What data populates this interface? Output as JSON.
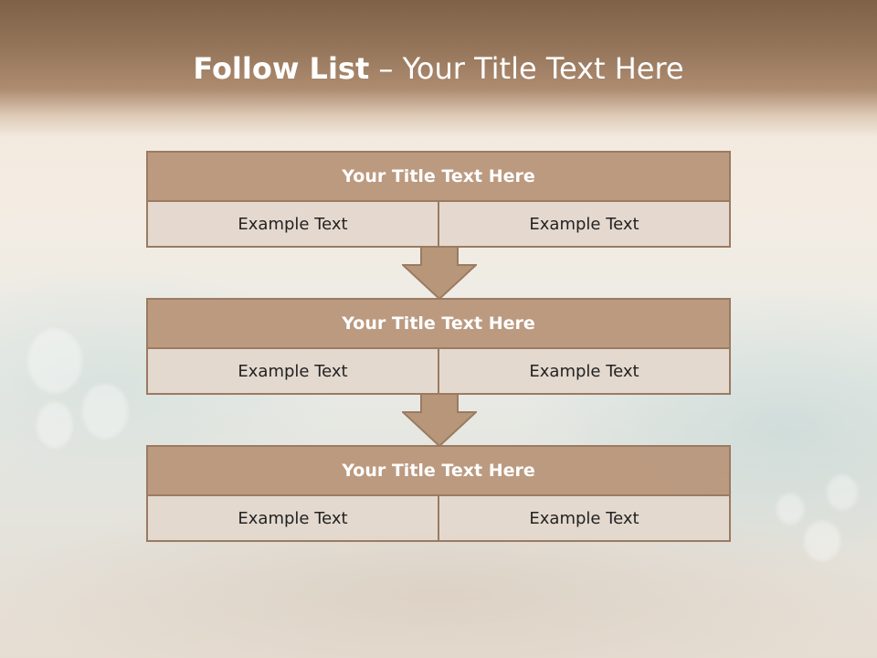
{
  "slide": {
    "title_bold": "Follow List",
    "title_separator": " – ",
    "title_rest": "Your Title Text Here"
  },
  "blocks": [
    {
      "title": "Your Title Text Here",
      "left": "Example Text",
      "right": "Example Text"
    },
    {
      "title": "Your Title Text Here",
      "left": "Example Text",
      "right": "Example Text"
    },
    {
      "title": "Your Title Text Here",
      "left": "Example Text",
      "right": "Example Text"
    }
  ],
  "colors": {
    "header_band": "#8a6c52",
    "block_title_fill": "#b8967a",
    "block_cell_fill": "#e4d8ce",
    "border": "#9a7b62",
    "arrow_fill": "#b8967a"
  },
  "icons": {
    "connector": "down-arrow-icon"
  }
}
